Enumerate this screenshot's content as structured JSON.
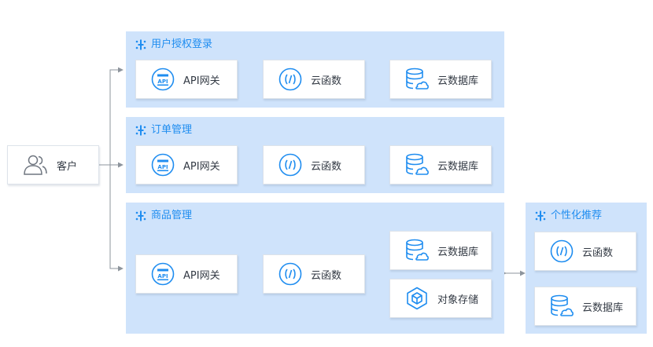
{
  "client": {
    "label": "客户"
  },
  "groups": [
    {
      "title": "用户授权登录",
      "nodes": [
        "API网关",
        "云函数",
        "云数据库"
      ]
    },
    {
      "title": "订单管理",
      "nodes": [
        "API网关",
        "云函数",
        "云数据库"
      ]
    },
    {
      "title": "商品管理",
      "nodes": [
        "API网关",
        "云函数",
        "云数据库",
        "对象存储"
      ]
    },
    {
      "title": "个性化推荐",
      "nodes": [
        "云函数",
        "云数据库"
      ]
    }
  ],
  "colors": {
    "accent": "#1f8df0",
    "group_bg": "#cfe3fb",
    "line": "#8d949c"
  },
  "icons": [
    "client-users-icon",
    "api-gateway-icon",
    "cloud-function-icon",
    "cloud-database-icon",
    "object-storage-icon",
    "group-spark-icon"
  ]
}
